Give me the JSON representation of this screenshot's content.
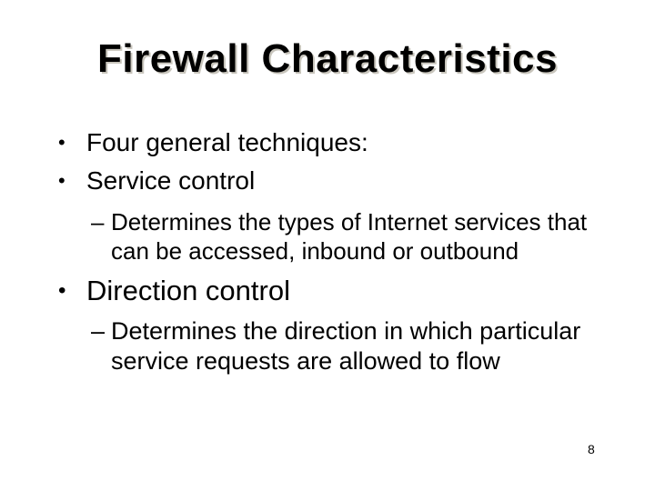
{
  "slide": {
    "title": "Firewall Characteristics",
    "page_number": "8",
    "colors": {
      "background": "#ffffff",
      "text": "#000000",
      "title_shadow": "#c8c5bc"
    },
    "content": [
      {
        "level": 1,
        "marker": "•",
        "text": "Four general techniques:"
      },
      {
        "level": 1,
        "marker": "•",
        "text": "Service control"
      },
      {
        "level": 2,
        "marker": "–",
        "text": "Determines the types of Internet services that can be accessed, inbound or outbound"
      },
      {
        "level": 1,
        "marker": "•",
        "text": "Direction control"
      },
      {
        "level": 2,
        "marker": "–",
        "text": "Determines the direction in which particular service requests are allowed to flow"
      }
    ]
  }
}
